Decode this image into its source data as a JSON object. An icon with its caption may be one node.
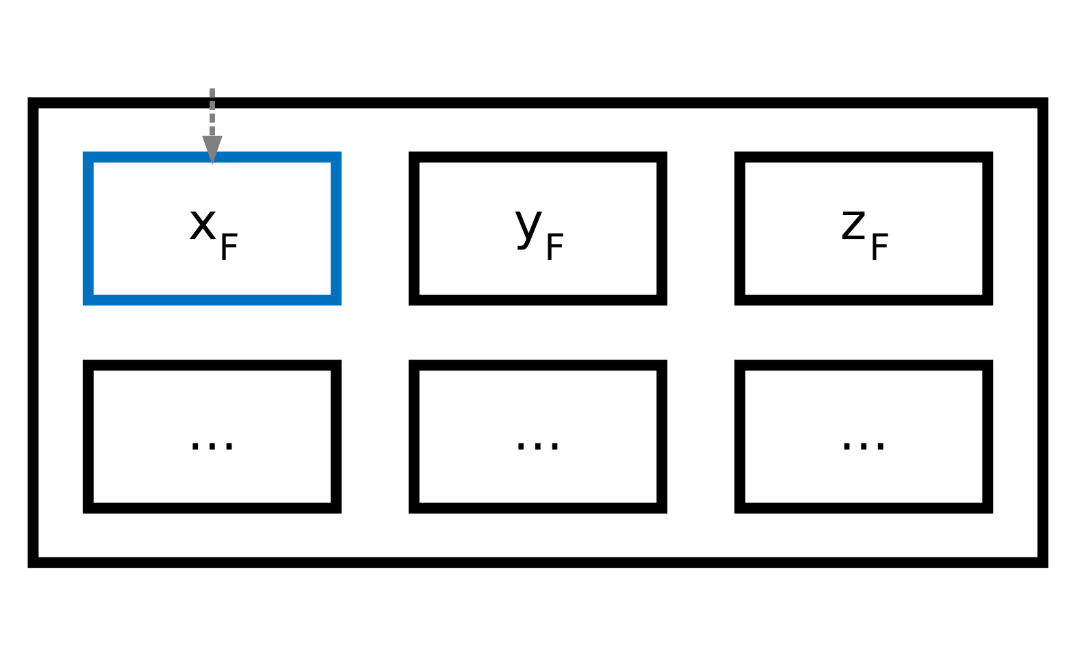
{
  "diagram": {
    "nodes": [
      {
        "text": [],
        "shape": "box"
      },
      {
        "text": [
          "x$_{F}$"
        ],
        "in": 0
      },
      {
        "text": [
          "y$_{F}$"
        ],
        "in": 0
      },
      {
        "text": [
          "z$_{F}$"
        ],
        "in": 0
      },
      {
        "text": [
          "…"
        ],
        "in": 0
      },
      {
        "text": [
          "…"
        ],
        "in": 0
      },
      {
        "text": [
          "…"
        ],
        "in": 0
      }
    ],
    "edges": [
      {
        "from": null,
        "to": 1,
        "arrow": "to",
        "style": "dashed",
        "color": "#808080"
      }
    ]
  }
}
